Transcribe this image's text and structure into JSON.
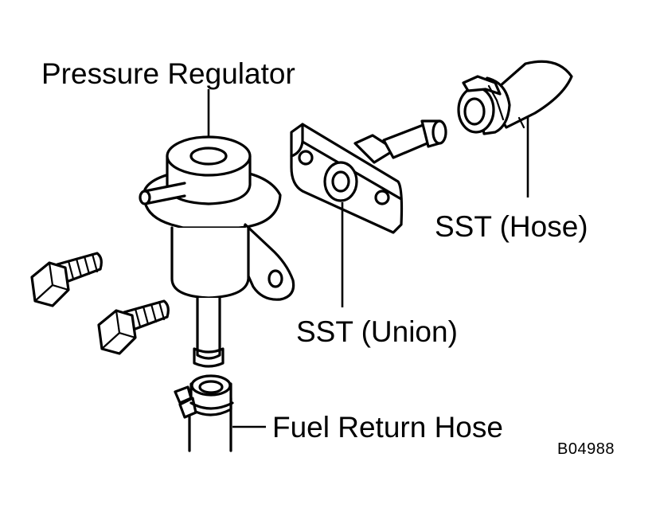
{
  "labels": {
    "pressure_regulator": "Pressure Regulator",
    "sst_hose": "SST (Hose)",
    "sst_union": "SST (Union)",
    "fuel_return_hose": "Fuel Return Hose",
    "figure_code": "B04988"
  }
}
